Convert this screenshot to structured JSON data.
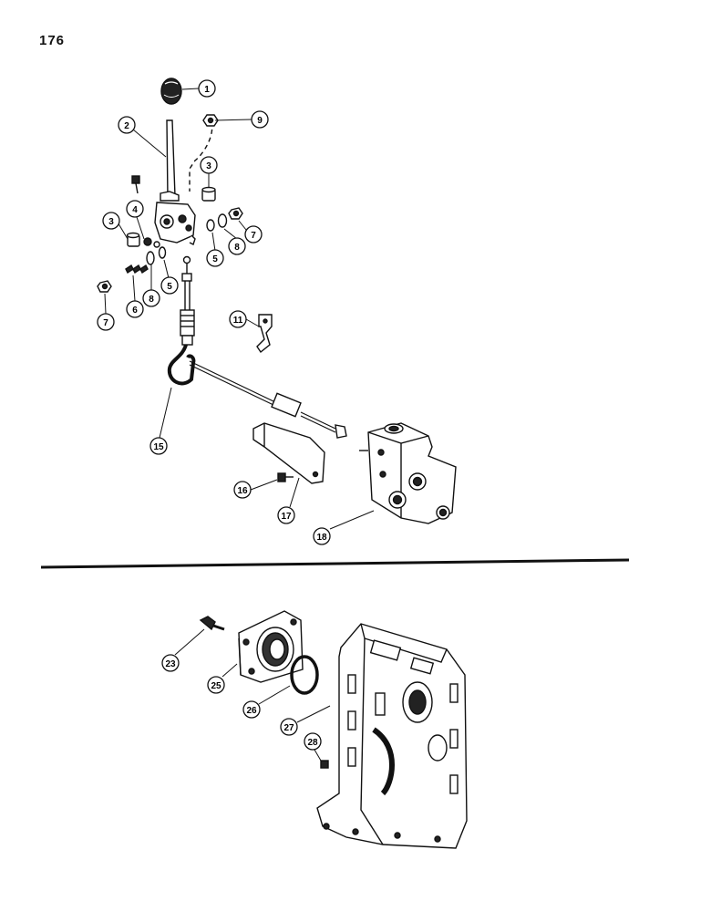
{
  "page_number": "176",
  "callouts": [
    "1",
    "2",
    "3",
    "9",
    "4",
    "3",
    "8",
    "7",
    "5",
    "5",
    "8",
    "6",
    "7",
    "11",
    "15",
    "16",
    "17",
    "18",
    "23",
    "25",
    "26",
    "27",
    "28"
  ]
}
